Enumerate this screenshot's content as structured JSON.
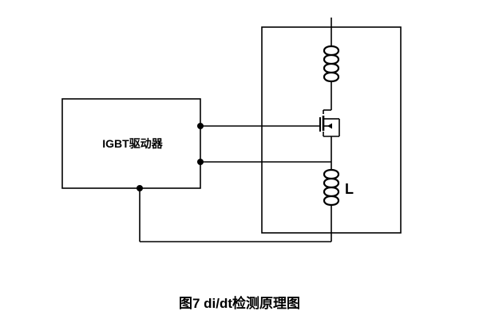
{
  "driver_box": {
    "label": "IGBT驱动器"
  },
  "inductor_label": "L",
  "caption": "图7  di/dt检测原理图",
  "colors": {
    "stroke": "#000000",
    "background": "#ffffff"
  }
}
